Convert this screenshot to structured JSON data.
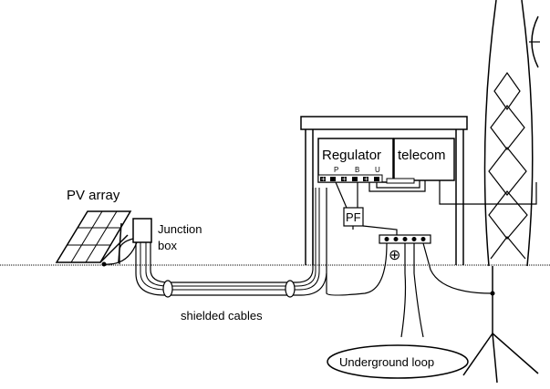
{
  "labels": {
    "pv_array": "PV array",
    "junction_line1": "Junction",
    "junction_line2": "box",
    "regulator": "Regulator",
    "telecom": "telecom",
    "terminal_p": "P",
    "terminal_b": "B",
    "terminal_u": "U",
    "plus_p": "+",
    "plus_b": "+",
    "plus_u": "+",
    "pf": "PF",
    "ground_symbol": "⊕",
    "shielded_cables": "shielded cables",
    "underground_loop": "Underground loop"
  }
}
